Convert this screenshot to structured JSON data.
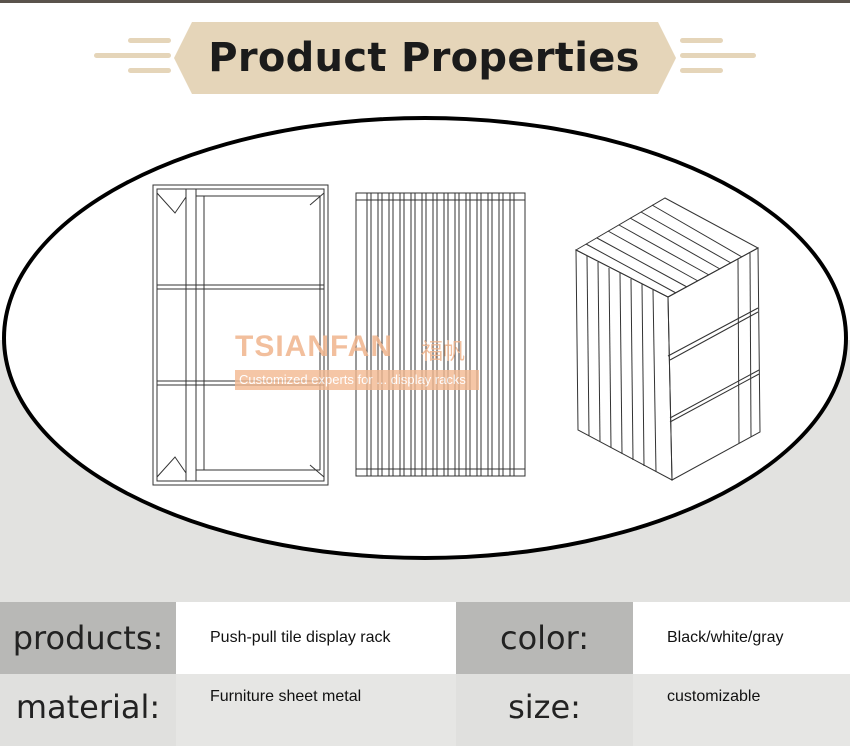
{
  "banner": {
    "title": "Product Properties",
    "accent_color": "#e5d5b9"
  },
  "watermark": {
    "brand": "TSIANFAN",
    "brand_cn": "福帆",
    "tagline": "Customized experts for ... display racks"
  },
  "properties": [
    {
      "label": "products:",
      "value": "Push-pull tile display rack",
      "label2": "color:",
      "value2": "Black/white/gray"
    },
    {
      "label": "material:",
      "value": "Furniture sheet metal",
      "label2": "size:",
      "value2": "customizable"
    }
  ]
}
